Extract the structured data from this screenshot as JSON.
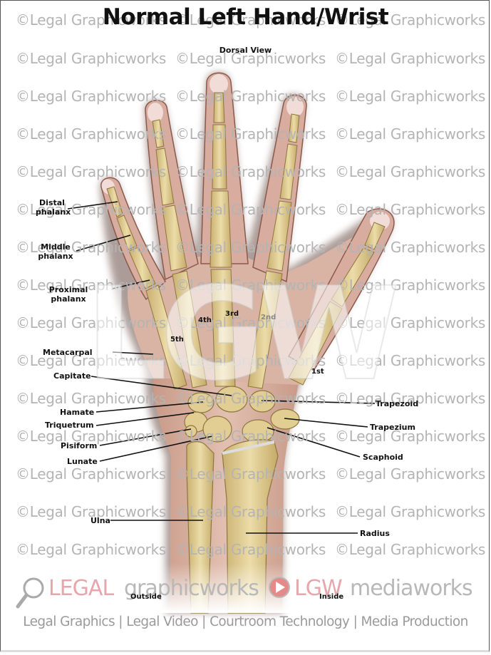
{
  "title": "Normal Left Hand/Wrist",
  "subtitle": "Dorsal View",
  "watermark_text": "©Legal Graphicworks",
  "center_watermark": "LGW",
  "labels": {
    "distal_phalanx": [
      "Distal",
      "phalanx"
    ],
    "middle_phalanx": [
      "Middle",
      "phalanx"
    ],
    "proximal_phalanx": [
      "Proximal",
      "phalanx"
    ],
    "metacarpal": "Metacarpal",
    "capitate": "Capitate",
    "hamate": "Hamate",
    "triquetrum": "Triquetrum",
    "pisiform": "Pisiform",
    "lunate": "Lunate",
    "ulna": "Ulna",
    "trapezoid": "Trapezoid",
    "trapezium": "Trapezium",
    "scaphoid": "Scaphoid",
    "radius": "Radius",
    "outside": "Outside",
    "inside": "Inside"
  },
  "metacarpal_numbers": {
    "first": "1st",
    "second": "2nd",
    "third": "3rd",
    "fourth": "4th",
    "fifth": "5th"
  },
  "brand": {
    "legal": "LEGAL",
    "graphicworks": "graphicworks",
    "lgw": "LGW",
    "mediaworks": "mediaworks",
    "tagline": "Legal Graphics | Legal Video | Courtroom Technology | Media Production"
  },
  "colors": {
    "skin": "#d9b3a3",
    "skin_shadow": "#b88a7a",
    "bone": "#e6d49c",
    "bone_shadow": "#b8a060",
    "nail": "#f3dede",
    "watermark": "#b4b4b4",
    "brand_pink": "#e6a6ab",
    "brand_gray": "#b8b8b8"
  }
}
